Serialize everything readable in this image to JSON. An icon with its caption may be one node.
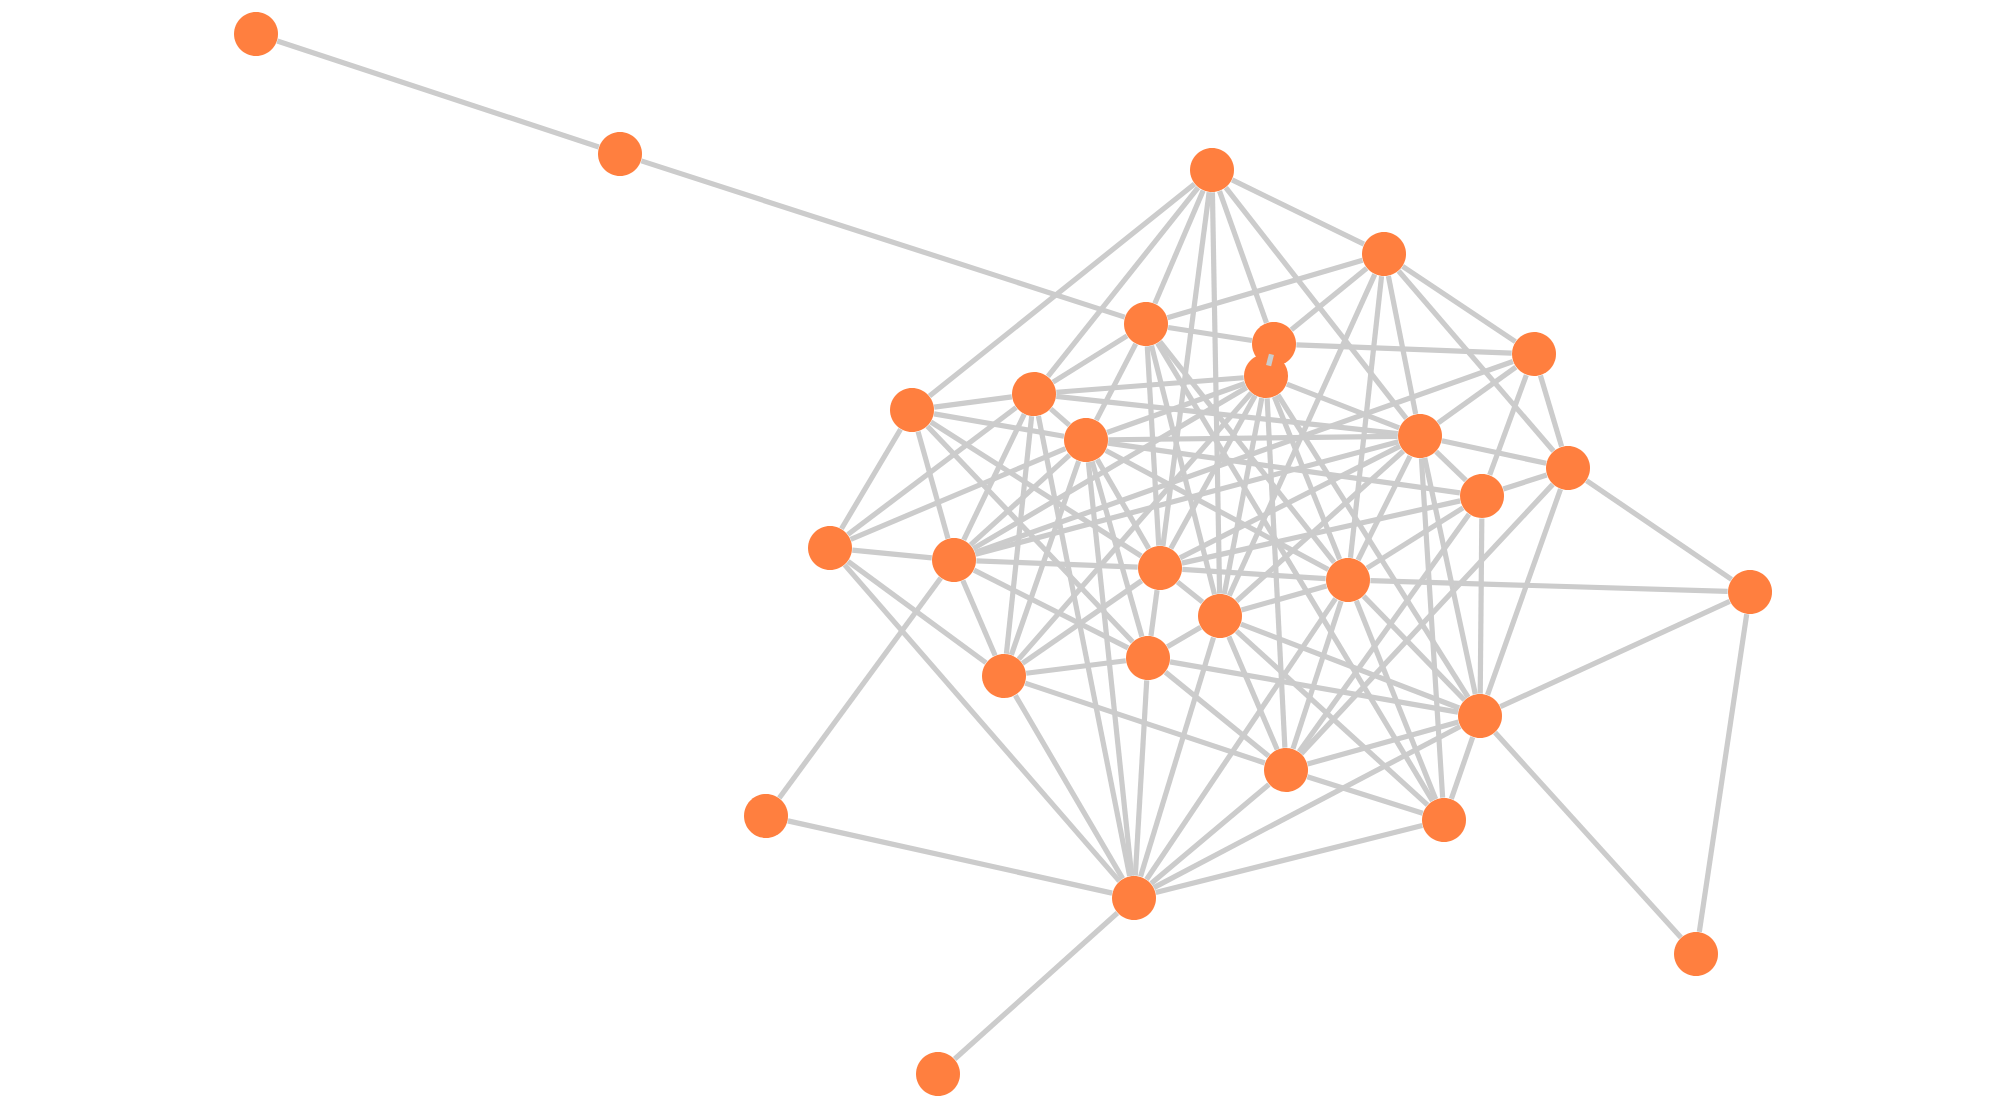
{
  "diagram": {
    "nodes": [
      {
        "text": [],
        "shape": "circle"
      },
      {
        "text": [],
        "shape": "circle"
      },
      {
        "text": [],
        "shape": "circle"
      },
      {
        "text": [],
        "shape": "circle"
      },
      {
        "text": [],
        "shape": "circle"
      },
      {
        "text": [],
        "shape": "circle"
      },
      {
        "text": [],
        "shape": "circle"
      },
      {
        "text": [],
        "shape": "circle"
      },
      {
        "text": [],
        "shape": "circle"
      },
      {
        "text": [],
        "shape": "circle"
      },
      {
        "text": [],
        "shape": "circle"
      },
      {
        "text": [],
        "shape": "circle"
      },
      {
        "text": [],
        "shape": "circle"
      },
      {
        "text": [],
        "shape": "circle"
      },
      {
        "text": [],
        "shape": "circle"
      },
      {
        "text": [],
        "shape": "circle"
      },
      {
        "text": [],
        "shape": "circle"
      },
      {
        "text": [],
        "shape": "circle"
      },
      {
        "text": [],
        "shape": "circle"
      },
      {
        "text": [],
        "shape": "circle"
      },
      {
        "text": [],
        "shape": "circle"
      },
      {
        "text": [],
        "shape": "circle"
      },
      {
        "text": [],
        "shape": "circle"
      },
      {
        "text": [],
        "shape": "circle"
      },
      {
        "text": [],
        "shape": "circle"
      },
      {
        "text": [],
        "shape": "circle"
      },
      {
        "text": [],
        "shape": "circle"
      },
      {
        "text": [],
        "shape": "circle"
      },
      {
        "text": [],
        "shape": "circle"
      }
    ],
    "edges": [
      {
        "from": 0,
        "to": 1,
        "arrow": "none"
      },
      {
        "from": 1,
        "to": 4,
        "arrow": "none"
      },
      {
        "from": 2,
        "to": 3,
        "arrow": "none"
      },
      {
        "from": 2,
        "to": 4,
        "arrow": "none"
      },
      {
        "from": 2,
        "to": 5,
        "arrow": "none"
      },
      {
        "from": 2,
        "to": 8,
        "arrow": "none"
      },
      {
        "from": 2,
        "to": 9,
        "arrow": "none"
      },
      {
        "from": 2,
        "to": 11,
        "arrow": "none"
      },
      {
        "from": 2,
        "to": 16,
        "arrow": "none"
      },
      {
        "from": 2,
        "to": 18,
        "arrow": "none"
      },
      {
        "from": 3,
        "to": 4,
        "arrow": "none"
      },
      {
        "from": 3,
        "to": 5,
        "arrow": "none"
      },
      {
        "from": 3,
        "to": 6,
        "arrow": "none"
      },
      {
        "from": 3,
        "to": 11,
        "arrow": "none"
      },
      {
        "from": 3,
        "to": 12,
        "arrow": "none"
      },
      {
        "from": 3,
        "to": 17,
        "arrow": "none"
      },
      {
        "from": 3,
        "to": 18,
        "arrow": "none"
      },
      {
        "from": 4,
        "to": 5,
        "arrow": "none"
      },
      {
        "from": 4,
        "to": 9,
        "arrow": "none"
      },
      {
        "from": 4,
        "to": 10,
        "arrow": "none"
      },
      {
        "from": 4,
        "to": 16,
        "arrow": "none"
      },
      {
        "from": 4,
        "to": 17,
        "arrow": "none"
      },
      {
        "from": 4,
        "to": 18,
        "arrow": "none"
      },
      {
        "from": 4,
        "to": 25,
        "arrow": "none"
      },
      {
        "from": 5,
        "to": 6,
        "arrow": "none"
      },
      {
        "from": 5,
        "to": 7,
        "arrow": "none"
      },
      {
        "from": 6,
        "to": 11,
        "arrow": "none"
      },
      {
        "from": 6,
        "to": 12,
        "arrow": "none"
      },
      {
        "from": 6,
        "to": 13,
        "arrow": "none"
      },
      {
        "from": 6,
        "to": 15,
        "arrow": "none"
      },
      {
        "from": 7,
        "to": 9,
        "arrow": "none"
      },
      {
        "from": 7,
        "to": 10,
        "arrow": "none"
      },
      {
        "from": 7,
        "to": 11,
        "arrow": "none"
      },
      {
        "from": 7,
        "to": 15,
        "arrow": "none"
      },
      {
        "from": 7,
        "to": 16,
        "arrow": "none"
      },
      {
        "from": 7,
        "to": 17,
        "arrow": "none"
      },
      {
        "from": 7,
        "to": 18,
        "arrow": "none"
      },
      {
        "from": 7,
        "to": 21,
        "arrow": "none"
      },
      {
        "from": 7,
        "to": 22,
        "arrow": "none"
      },
      {
        "from": 7,
        "to": 23,
        "arrow": "none"
      },
      {
        "from": 8,
        "to": 9,
        "arrow": "none"
      },
      {
        "from": 8,
        "to": 10,
        "arrow": "none"
      },
      {
        "from": 8,
        "to": 14,
        "arrow": "none"
      },
      {
        "from": 8,
        "to": 15,
        "arrow": "none"
      },
      {
        "from": 8,
        "to": 16,
        "arrow": "none"
      },
      {
        "from": 8,
        "to": 20,
        "arrow": "none"
      },
      {
        "from": 9,
        "to": 10,
        "arrow": "none"
      },
      {
        "from": 9,
        "to": 11,
        "arrow": "none"
      },
      {
        "from": 9,
        "to": 14,
        "arrow": "none"
      },
      {
        "from": 9,
        "to": 15,
        "arrow": "none"
      },
      {
        "from": 9,
        "to": 21,
        "arrow": "none"
      },
      {
        "from": 9,
        "to": 26,
        "arrow": "none"
      },
      {
        "from": 10,
        "to": 11,
        "arrow": "none"
      },
      {
        "from": 10,
        "to": 13,
        "arrow": "none"
      },
      {
        "from": 10,
        "to": 14,
        "arrow": "none"
      },
      {
        "from": 10,
        "to": 15,
        "arrow": "none"
      },
      {
        "from": 10,
        "to": 16,
        "arrow": "none"
      },
      {
        "from": 10,
        "to": 17,
        "arrow": "none"
      },
      {
        "from": 10,
        "to": 20,
        "arrow": "none"
      },
      {
        "from": 10,
        "to": 21,
        "arrow": "none"
      },
      {
        "from": 10,
        "to": 26,
        "arrow": "none"
      },
      {
        "from": 11,
        "to": 12,
        "arrow": "none"
      },
      {
        "from": 11,
        "to": 13,
        "arrow": "none"
      },
      {
        "from": 11,
        "to": 15,
        "arrow": "none"
      },
      {
        "from": 11,
        "to": 16,
        "arrow": "none"
      },
      {
        "from": 11,
        "to": 17,
        "arrow": "none"
      },
      {
        "from": 11,
        "to": 18,
        "arrow": "none"
      },
      {
        "from": 11,
        "to": 22,
        "arrow": "none"
      },
      {
        "from": 11,
        "to": 25,
        "arrow": "none"
      },
      {
        "from": 12,
        "to": 13,
        "arrow": "none"
      },
      {
        "from": 12,
        "to": 19,
        "arrow": "none"
      },
      {
        "from": 12,
        "to": 22,
        "arrow": "none"
      },
      {
        "from": 12,
        "to": 23,
        "arrow": "none"
      },
      {
        "from": 13,
        "to": 16,
        "arrow": "none"
      },
      {
        "from": 13,
        "to": 17,
        "arrow": "none"
      },
      {
        "from": 13,
        "to": 22,
        "arrow": "none"
      },
      {
        "from": 13,
        "to": 23,
        "arrow": "none"
      },
      {
        "from": 14,
        "to": 15,
        "arrow": "none"
      },
      {
        "from": 14,
        "to": 21,
        "arrow": "none"
      },
      {
        "from": 14,
        "to": 26,
        "arrow": "none"
      },
      {
        "from": 15,
        "to": 16,
        "arrow": "none"
      },
      {
        "from": 15,
        "to": 20,
        "arrow": "none"
      },
      {
        "from": 15,
        "to": 21,
        "arrow": "none"
      },
      {
        "from": 15,
        "to": 24,
        "arrow": "none"
      },
      {
        "from": 16,
        "to": 17,
        "arrow": "none"
      },
      {
        "from": 16,
        "to": 18,
        "arrow": "none"
      },
      {
        "from": 16,
        "to": 20,
        "arrow": "none"
      },
      {
        "from": 16,
        "to": 21,
        "arrow": "none"
      },
      {
        "from": 17,
        "to": 18,
        "arrow": "none"
      },
      {
        "from": 17,
        "to": 19,
        "arrow": "none"
      },
      {
        "from": 17,
        "to": 22,
        "arrow": "none"
      },
      {
        "from": 17,
        "to": 23,
        "arrow": "none"
      },
      {
        "from": 17,
        "to": 25,
        "arrow": "none"
      },
      {
        "from": 17,
        "to": 26,
        "arrow": "none"
      },
      {
        "from": 18,
        "to": 20,
        "arrow": "none"
      },
      {
        "from": 18,
        "to": 22,
        "arrow": "none"
      },
      {
        "from": 18,
        "to": 23,
        "arrow": "none"
      },
      {
        "from": 18,
        "to": 25,
        "arrow": "none"
      },
      {
        "from": 18,
        "to": 26,
        "arrow": "none"
      },
      {
        "from": 19,
        "to": 22,
        "arrow": "none"
      },
      {
        "from": 19,
        "to": 27,
        "arrow": "none"
      },
      {
        "from": 20,
        "to": 21,
        "arrow": "none"
      },
      {
        "from": 20,
        "to": 22,
        "arrow": "none"
      },
      {
        "from": 20,
        "to": 23,
        "arrow": "none"
      },
      {
        "from": 20,
        "to": 26,
        "arrow": "none"
      },
      {
        "from": 21,
        "to": 23,
        "arrow": "none"
      },
      {
        "from": 21,
        "to": 26,
        "arrow": "none"
      },
      {
        "from": 22,
        "to": 23,
        "arrow": "none"
      },
      {
        "from": 22,
        "to": 25,
        "arrow": "none"
      },
      {
        "from": 22,
        "to": 26,
        "arrow": "none"
      },
      {
        "from": 22,
        "to": 27,
        "arrow": "none"
      },
      {
        "from": 23,
        "to": 25,
        "arrow": "none"
      },
      {
        "from": 23,
        "to": 26,
        "arrow": "none"
      },
      {
        "from": 24,
        "to": 26,
        "arrow": "none"
      },
      {
        "from": 25,
        "to": 26,
        "arrow": "none"
      },
      {
        "from": 26,
        "to": 28,
        "arrow": "none"
      }
    ]
  }
}
